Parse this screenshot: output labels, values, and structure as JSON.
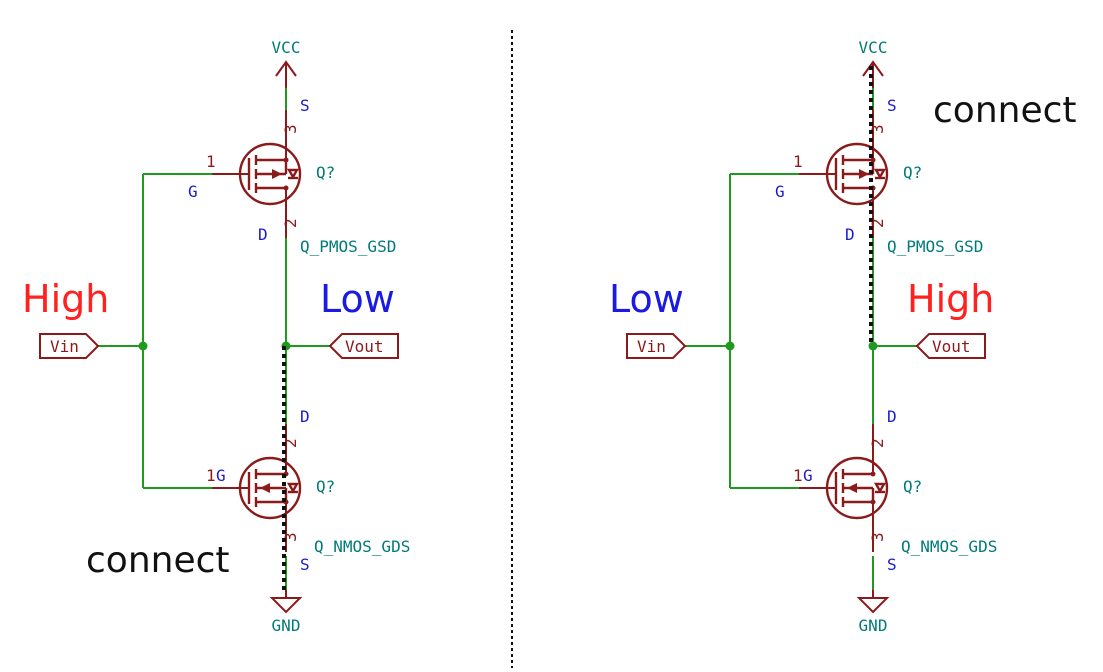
{
  "colors": {
    "high": "#ff2020",
    "low": "#1a1ae0",
    "wire": "#1f9a1f",
    "symbol": "#8b1a1a",
    "pin_name": "#1a1acc",
    "net_label": "#007a7a"
  },
  "panels": [
    {
      "power_label": "VCC",
      "ground_label": "GND",
      "input_port": "Vin",
      "output_port": "Vout",
      "input_state": "High",
      "output_state": "Low",
      "connect_label": "connect",
      "conducting": "nmos",
      "pmos": {
        "designator": "Q?",
        "value": "Q_PMOS_GSD",
        "pin_g": "G",
        "pin_s": "S",
        "pin_d": "D",
        "num_g": "1",
        "num_s": "3",
        "num_d": "2"
      },
      "nmos": {
        "designator": "Q?",
        "value": "Q_NMOS_GDS",
        "pin_g": "G",
        "pin_s": "S",
        "pin_d": "D",
        "num_g": "1",
        "num_s": "3",
        "num_d": "2"
      }
    },
    {
      "power_label": "VCC",
      "ground_label": "GND",
      "input_port": "Vin",
      "output_port": "Vout",
      "input_state": "Low",
      "output_state": "High",
      "connect_label": "connect",
      "conducting": "pmos",
      "pmos": {
        "designator": "Q?",
        "value": "Q_PMOS_GSD",
        "pin_g": "G",
        "pin_s": "S",
        "pin_d": "D",
        "num_g": "1",
        "num_s": "3",
        "num_d": "2"
      },
      "nmos": {
        "designator": "Q?",
        "value": "Q_NMOS_GDS",
        "pin_g": "G",
        "pin_s": "S",
        "pin_d": "D",
        "num_g": "1",
        "num_s": "3",
        "num_d": "2"
      }
    }
  ]
}
